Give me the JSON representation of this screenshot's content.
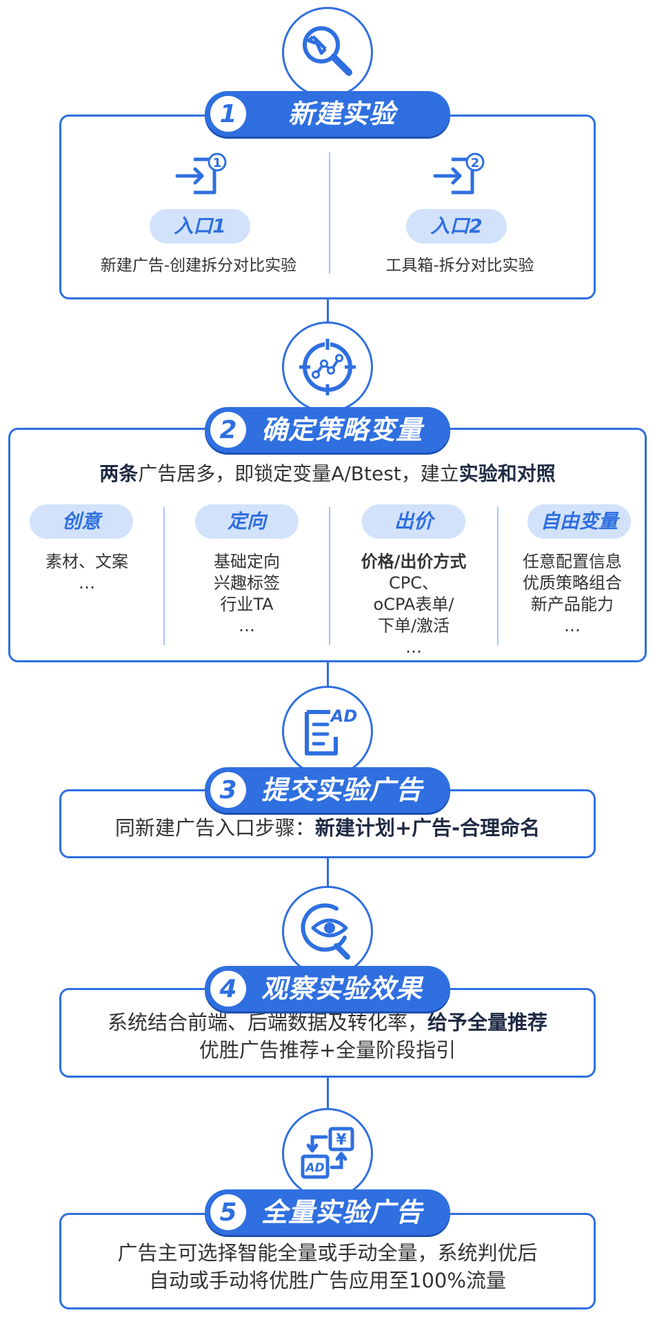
{
  "steps": [
    {
      "num": "1",
      "title": "新建实验",
      "icon": "wrench-search-icon"
    },
    {
      "num": "2",
      "title": "确定策略变量",
      "icon": "target-chart-icon"
    },
    {
      "num": "3",
      "title": "提交实验广告",
      "icon": "ad-document-icon"
    },
    {
      "num": "4",
      "title": "观察实验效果",
      "icon": "eye-magnifier-icon"
    },
    {
      "num": "5",
      "title": "全量实验广告",
      "icon": "ad-yuan-exchange-icon"
    }
  ],
  "step1": {
    "entries": [
      {
        "badge": "1",
        "label": "入口1",
        "desc": "新建广告-创建拆分对比实验"
      },
      {
        "badge": "2",
        "label": "入口2",
        "desc": "工具箱-拆分对比实验"
      }
    ]
  },
  "step2": {
    "headline": {
      "part1": "两条",
      "part2": "广告居多，即锁定变量A/Btest，建立",
      "part3": "实验和对照"
    },
    "columns": [
      {
        "tag": "创意",
        "lines": [
          "素材、文案",
          "…"
        ]
      },
      {
        "tag": "定向",
        "lines": [
          "基础定向",
          "兴趣标签",
          "行业TA",
          "…"
        ]
      },
      {
        "tag": "出价",
        "bold_line": "价格/出价方式",
        "lines": [
          "CPC、",
          "oCPA表单/",
          "下单/激活",
          "…"
        ]
      },
      {
        "tag": "自由变量",
        "lines": [
          "任意配置信息",
          "优质策略组合",
          "新产品能力",
          "…"
        ]
      }
    ]
  },
  "step3": {
    "text": "同新建广告入口步骤：",
    "bold": "新建计划+广告-合理命名"
  },
  "step4": {
    "line1_text": "系统结合前端、后端数据及转化率，",
    "line1_bold": "给予全量推荐",
    "line2": "优胜广告推荐+全量阶段指引"
  },
  "step5": {
    "line1": "广告主可选择智能全量或手动全量，系统判优后",
    "line2": "自动或手动将优胜广告应用至100%流量"
  },
  "icon_text": {
    "ad": "AD",
    "yuan": "¥"
  },
  "colors": {
    "primary": "#2f6fe0",
    "tag_bg": "#d2e2fb",
    "divider": "#a9c4f3"
  }
}
